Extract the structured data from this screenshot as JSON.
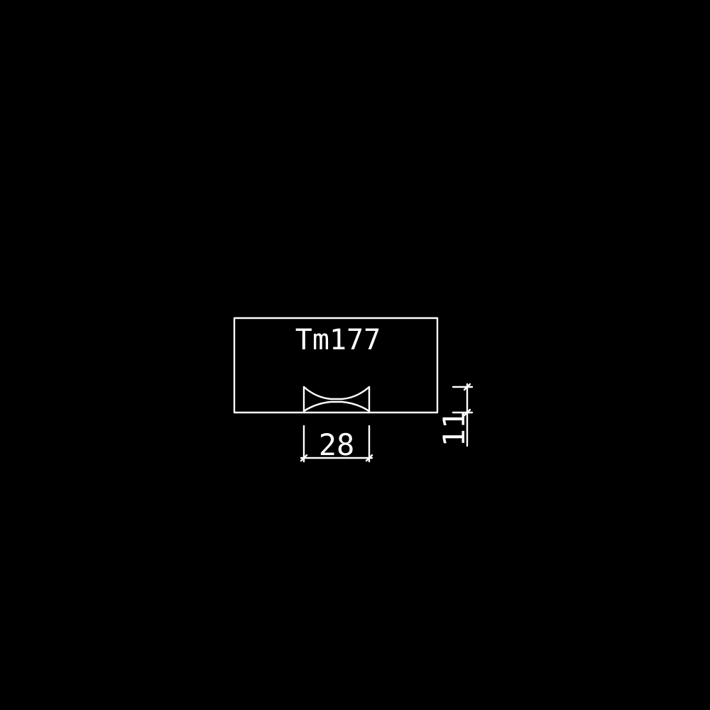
{
  "profile": {
    "name": "Tm177"
  },
  "dimensions": {
    "width_label": "28",
    "height_label": "11"
  },
  "colors": {
    "background": "#000000",
    "line": "#ffffff"
  }
}
